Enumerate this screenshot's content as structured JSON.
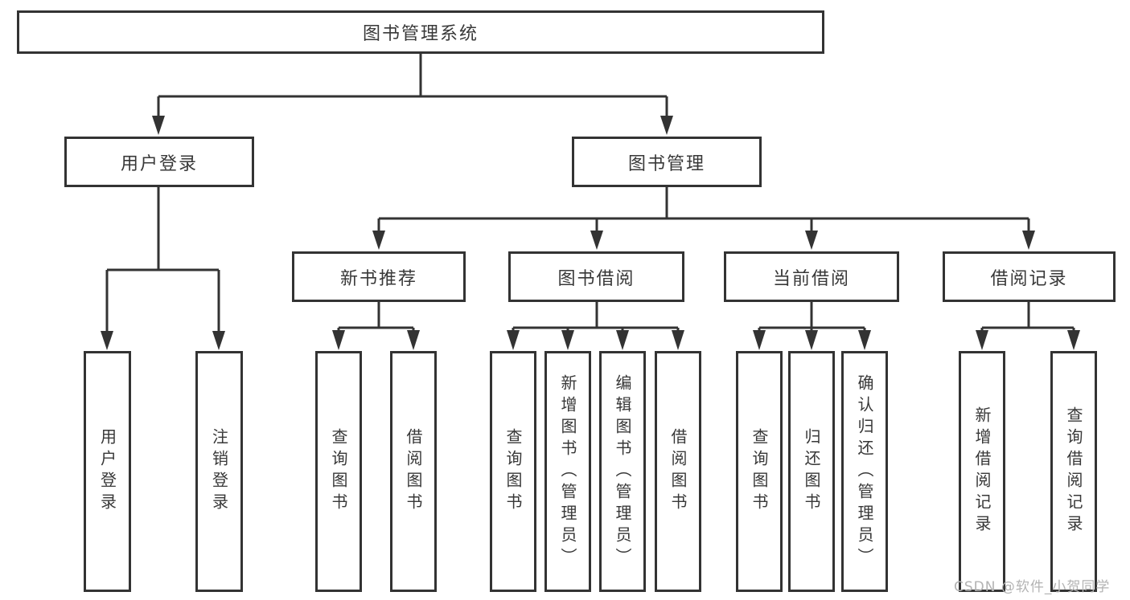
{
  "diagram": {
    "title": "图书管理系统",
    "type": "functional-structure-tree",
    "colors": {
      "line": "#333333",
      "box_border": "#333333",
      "box_fill": "#ffffff",
      "text": "#383838",
      "watermark_text": "#b3b3b3",
      "background": "#ffffff"
    },
    "nodes": {
      "root": "图书管理系统",
      "user_login": "用户登录",
      "book_management": "图书管理",
      "new_book_recommend": "新书推荐",
      "book_borrowing": "图书借阅",
      "current_borrowing": "当前借阅",
      "borrowing_records": "借阅记录",
      "ul_login": "用户登录",
      "ul_logout": "注销登录",
      "nbr_query_books": "查询图书",
      "nbr_borrow_books": "借阅图书",
      "bb_query_books": "查询图书",
      "bb_add_books_admin": "新增图书（管理员）",
      "bb_edit_books_admin": "编辑图书（管理员）",
      "bb_borrow_books": "借阅图书",
      "cb_query_books": "查询图书",
      "cb_return_books": "归还图书",
      "cb_confirm_return_admin": "确认归还（管理员）",
      "br_add_record": "新增借阅记录",
      "br_query_record": "查询借阅记录"
    },
    "hierarchy": {
      "图书管理系统": {
        "用户登录": [
          "用户登录",
          "注销登录"
        ],
        "图书管理": {
          "新书推荐": [
            "查询图书",
            "借阅图书"
          ],
          "图书借阅": [
            "查询图书",
            "新增图书（管理员）",
            "编辑图书（管理员）",
            "借阅图书"
          ],
          "当前借阅": [
            "查询图书",
            "归还图书",
            "确认归还（管理员）"
          ],
          "借阅记录": [
            "新增借阅记录",
            "查询借阅记录"
          ]
        }
      }
    }
  },
  "watermark": "CSDN @软件_小贺同学"
}
